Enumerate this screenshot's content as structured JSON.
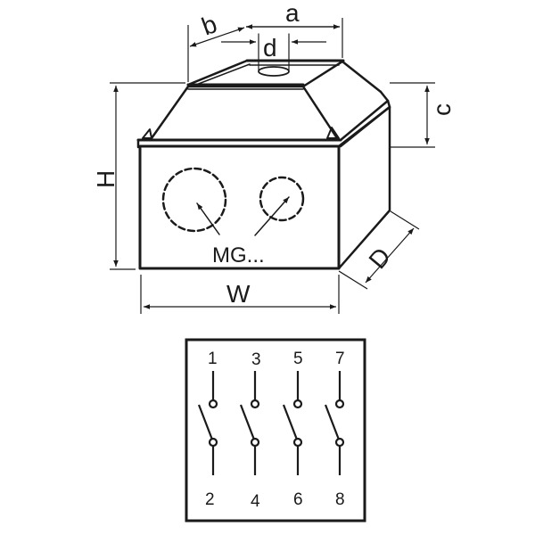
{
  "enclosure_drawing": {
    "dimension_labels": {
      "a": "a",
      "b": "b",
      "c": "c",
      "d": "d",
      "H": "H",
      "W": "W",
      "D": "D"
    },
    "knockout_label": "MG...",
    "line_color": "#1a1a1a",
    "background": "#ffffff"
  },
  "switch_diagram": {
    "top_terminals": [
      "1",
      "3",
      "5",
      "7"
    ],
    "bottom_terminals": [
      "2",
      "4",
      "6",
      "8"
    ],
    "pole_count": 4
  }
}
